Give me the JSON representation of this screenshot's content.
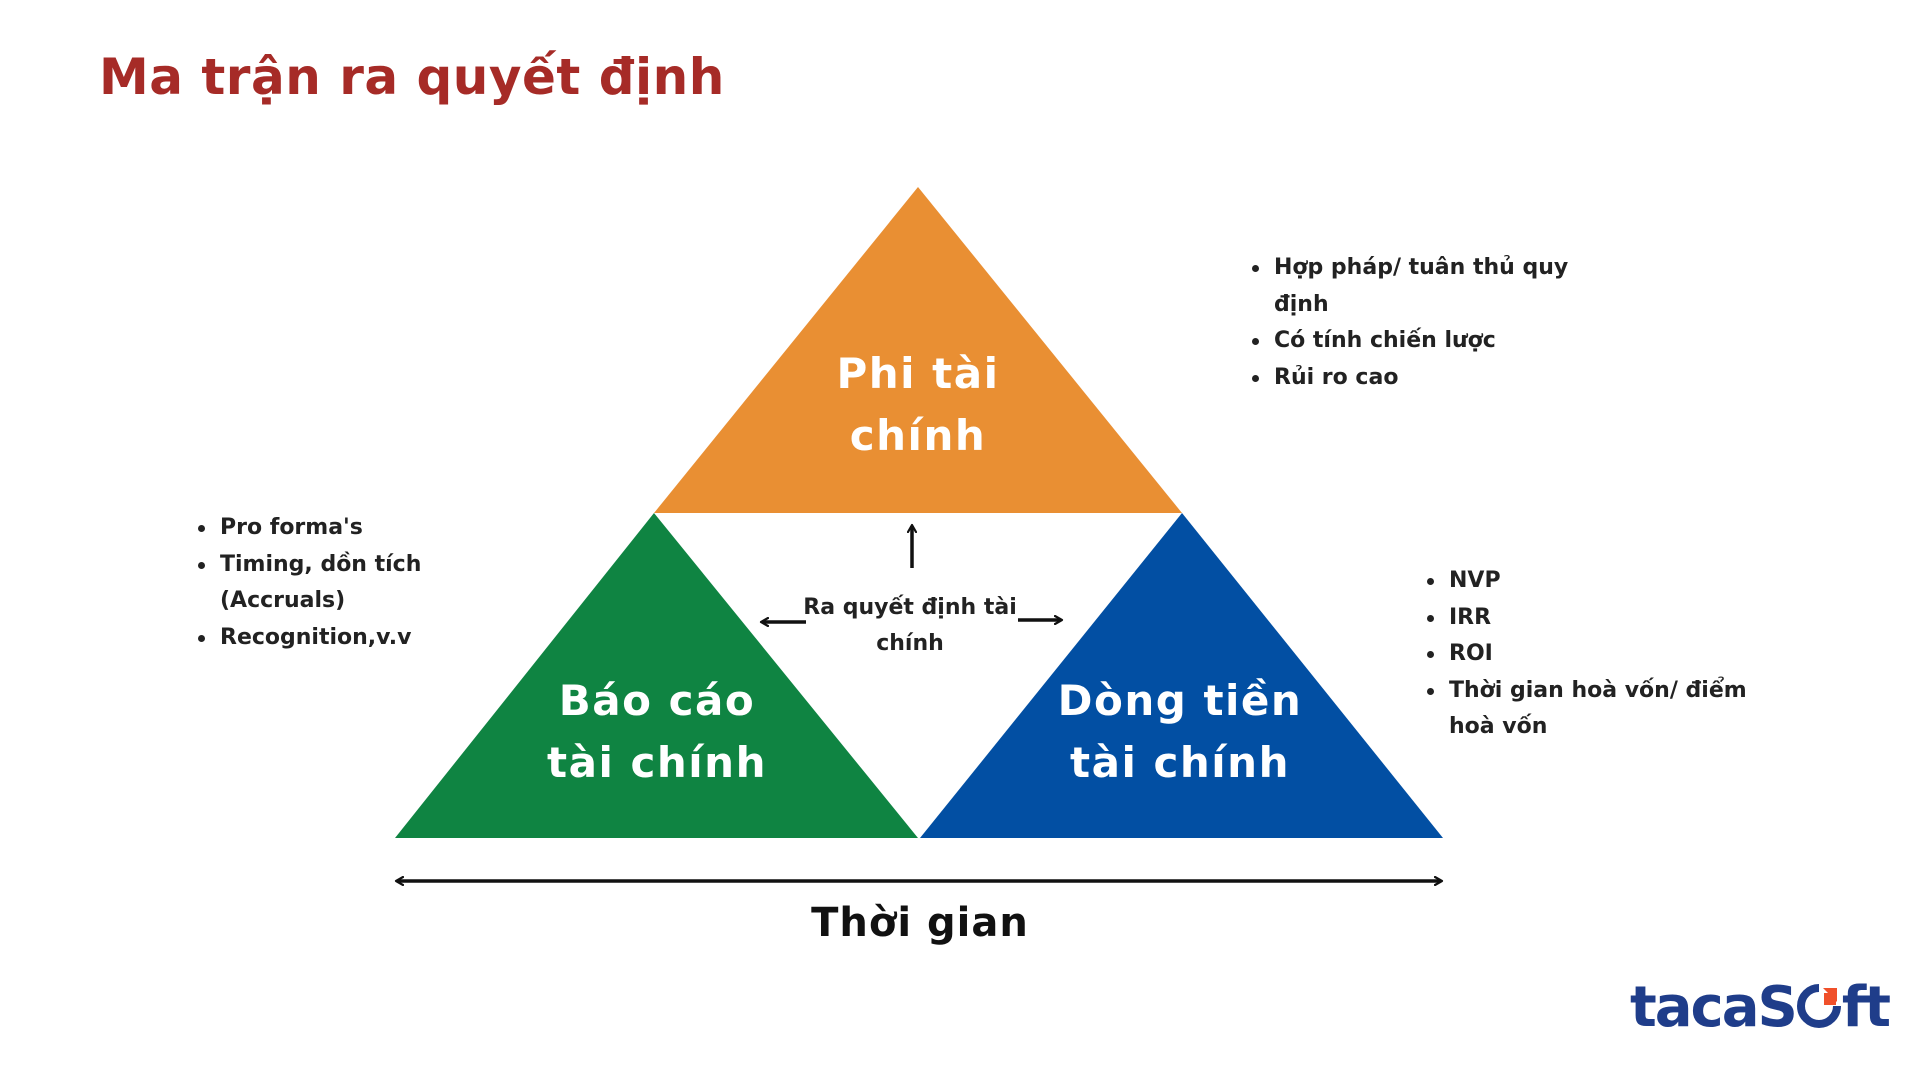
{
  "title": "Ma trận ra quyết định",
  "triangles": {
    "top": {
      "line1": "Phi tài",
      "line2": "chính",
      "color": "#e98f33"
    },
    "left": {
      "line1": "Báo cáo",
      "line2": "tài chính",
      "color": "#0f8442"
    },
    "right": {
      "line1": "Dòng tiền",
      "line2": "tài chính",
      "color": "#024fa3"
    }
  },
  "center": {
    "line1": "Ra quyết định tài",
    "line2": "chính"
  },
  "bullets_top_right": [
    "Hợp pháp/ tuân thủ quy",
    "định",
    "Có tính chiến lược",
    "Rủi ro cao"
  ],
  "bullets_left": [
    "Pro forma's",
    "Timing, dồn tích",
    "(Accruals)",
    "Recognition,v.v"
  ],
  "bullets_right": [
    "NVP",
    "IRR",
    "ROI",
    "Thời gian hoà vốn/ điểm",
    "hoà vốn"
  ],
  "axis_label": "Thời gian",
  "logo": {
    "part1": "taca",
    "part2": "S",
    "part3": "ft",
    "colors": {
      "primary": "#1f3d8a",
      "accent": "#f0502a"
    }
  }
}
